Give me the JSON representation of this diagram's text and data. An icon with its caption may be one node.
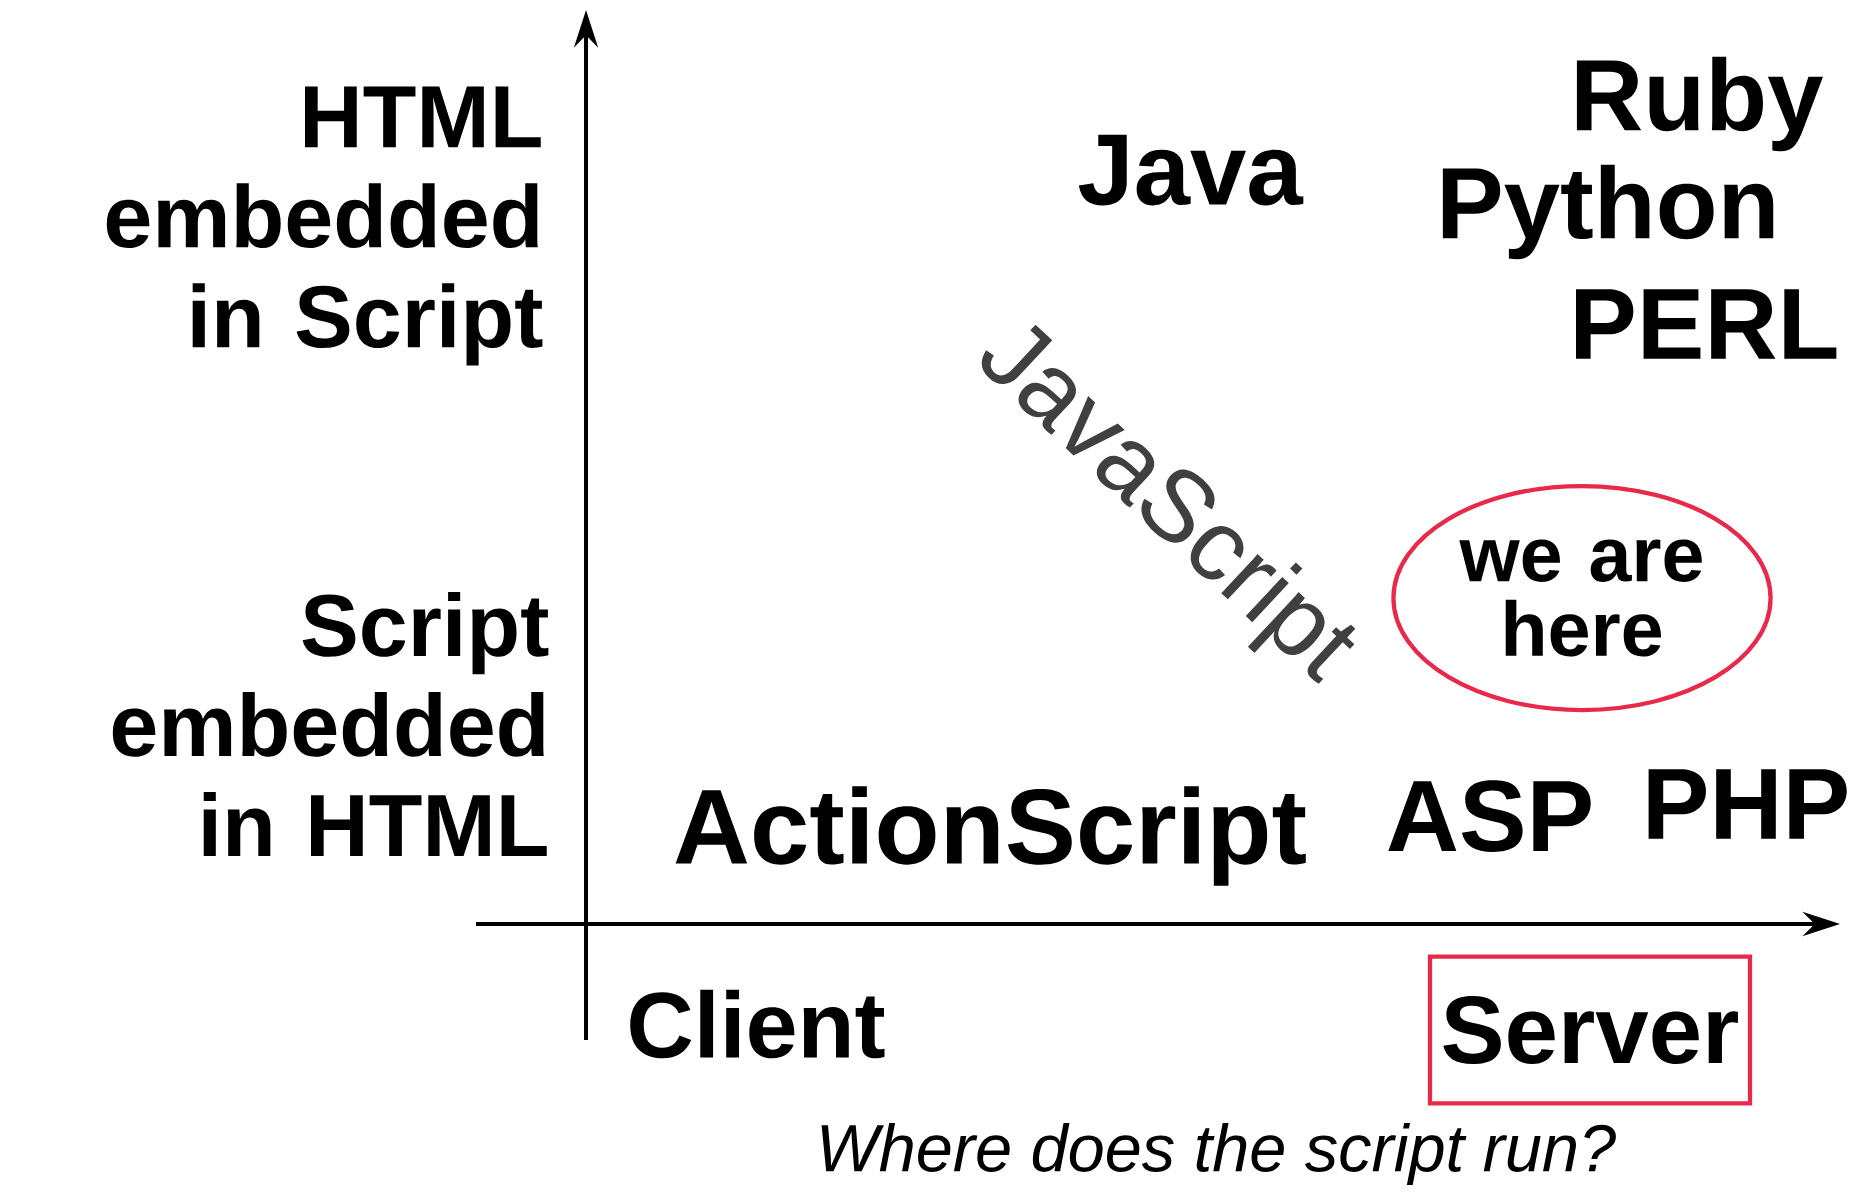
{
  "diagram": {
    "caption": "Where does the script run?",
    "nodes": [
      {
        "text": [
          "we are here"
        ]
      },
      {
        "text": [
          "Server"
        ]
      }
    ],
    "labels": [
      "Ruby",
      "HTML embedded in Script",
      "Java",
      "Python",
      "PERL",
      "JavaScript",
      "Script embedded in HTML",
      "ActionScript",
      "ASP",
      "PHP",
      "Client"
    ]
  }
}
